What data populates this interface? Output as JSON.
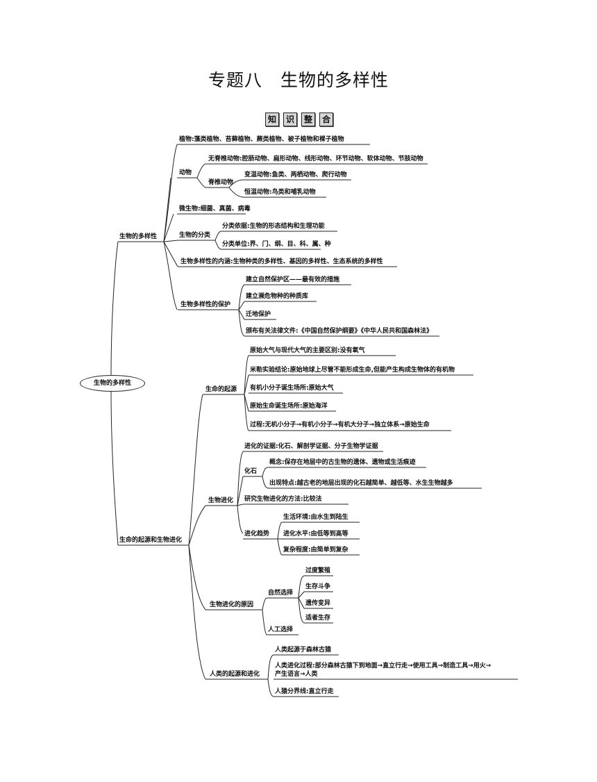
{
  "title": "专题八　生物的多样性",
  "badge": [
    "知",
    "识",
    "整",
    "合"
  ],
  "root": "生物的多样性",
  "b1": {
    "label": "生物的多样性",
    "plant": "植物:藻类植物、苔藓植物、蕨类植物、被子植物和裸子植物",
    "animal": "动物",
    "invert": "无脊椎动物:腔肠动物、扁形动物、线形动物、环节动物、软体动物、节肢动物",
    "vert": "脊椎动物",
    "cold": "变温动物:鱼类、两栖动物、爬行动物",
    "warm": "恒温动物:鸟类和哺乳动物",
    "micro": "微生物:细菌、真菌、病毒",
    "classif": "生物的分类",
    "basis": "分类依据:生物的形态结构和生理功能",
    "units": "分类单位:界、门、纲、目、科、属、种",
    "meaning": "生物多样性的内涵:生物种类的多样性、基因的多样性、生态系统的多样性",
    "protect": "生物多样性的保护",
    "p1": "建立自然保护区——最有效的措施",
    "p2": "建立濒危物种的种质库",
    "p3": "迁地保护",
    "p4": "颁布有关法律文件:《中国自然保护纲要》《中华人民共和国森林法》"
  },
  "b2": {
    "label": "生命的起源和生物进化",
    "origin": "生命的起源",
    "o1": "原始大气与现代大气的主要区别:没有氧气",
    "o2": "米勒实验结论:原始地球上尽管不能形成生命,但能产生构成生物体的有机物",
    "o3": "有机小分子诞生场所:原始大气",
    "o4": "原始生命诞生场所:原始海洋",
    "o5": "过程:无机小分子→有机小分子→有机大分子→独立体系→原始生命",
    "evo": "生物进化",
    "e1": "进化的证据:化石、解剖学证据、分子生物学证据",
    "fossil": "化石",
    "f1": "概念:保存在地层中的古生物的遗体、遗物或生活痕迹",
    "f2": "出现特点:越古老的地层出现的化石越简单、越低等、水生生物越多",
    "e2": "研究生物进化的方法:比较法",
    "trend": "进化趋势",
    "t1": "生活环境:由水生到陆生",
    "t2": "进化水平:由低等到高等",
    "t3": "复杂程度:由简单到复杂",
    "cause": "生物进化的原因",
    "natural": "自然选择",
    "n1": "过度繁殖",
    "n2": "生存斗争",
    "n3": "遗传变异",
    "n4": "适者生存",
    "artificial": "人工选择",
    "human": "人类的起源和进化",
    "h1": "人类起源于森林古猿",
    "h2a": "人类进化过程:部分森林古猿下到地面→直立行走→使用工具→制造工具→用火→",
    "h2b": "产生语言→人类",
    "h3": "人猿分界线:直立行走"
  }
}
